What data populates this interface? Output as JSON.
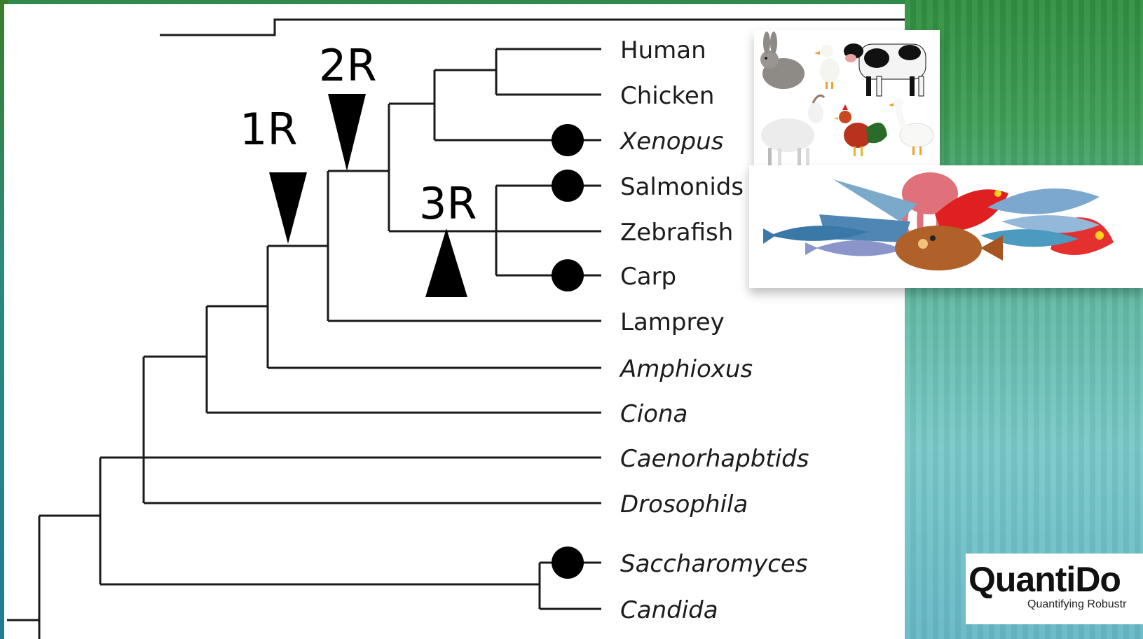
{
  "diagram": {
    "type": "phylogenetic-tree",
    "taxa": [
      {
        "name": "Human",
        "italic": false,
        "wgd_dot": false
      },
      {
        "name": "Chicken",
        "italic": false,
        "wgd_dot": false
      },
      {
        "name": "Xenopus",
        "italic": true,
        "wgd_dot": true
      },
      {
        "name": "Salmonids",
        "italic": false,
        "wgd_dot": true
      },
      {
        "name": "Zebrafish",
        "italic": false,
        "wgd_dot": false
      },
      {
        "name": "Carp",
        "italic": false,
        "wgd_dot": true
      },
      {
        "name": "Lamprey",
        "italic": false,
        "wgd_dot": false
      },
      {
        "name": "Amphioxus",
        "italic": true,
        "wgd_dot": false
      },
      {
        "name": "Ciona",
        "italic": true,
        "wgd_dot": false
      },
      {
        "name": "Caenorhapbtids",
        "italic": true,
        "wgd_dot": false
      },
      {
        "name": "Drosophila",
        "italic": true,
        "wgd_dot": false
      },
      {
        "name": "Saccharomyces",
        "italic": true,
        "wgd_dot": true
      },
      {
        "name": "Candida",
        "italic": true,
        "wgd_dot": false
      }
    ],
    "events": [
      {
        "label": "1R",
        "direction": "down"
      },
      {
        "label": "2R",
        "direction": "down"
      },
      {
        "label": "3R",
        "direction": "up"
      }
    ],
    "colors": {
      "line": "#1a1a1a",
      "text": "#1c1c1c",
      "marker": "#000000"
    }
  },
  "images": [
    {
      "name": "farm-animals-illustration",
      "depicts": "rabbit, duck, cow, goat, rooster, goose"
    },
    {
      "name": "fish-illustration",
      "depicts": "assorted fish and octopus"
    }
  ],
  "logo": {
    "name": "QuantiDo",
    "tagline": "Quantifying Robustr"
  }
}
